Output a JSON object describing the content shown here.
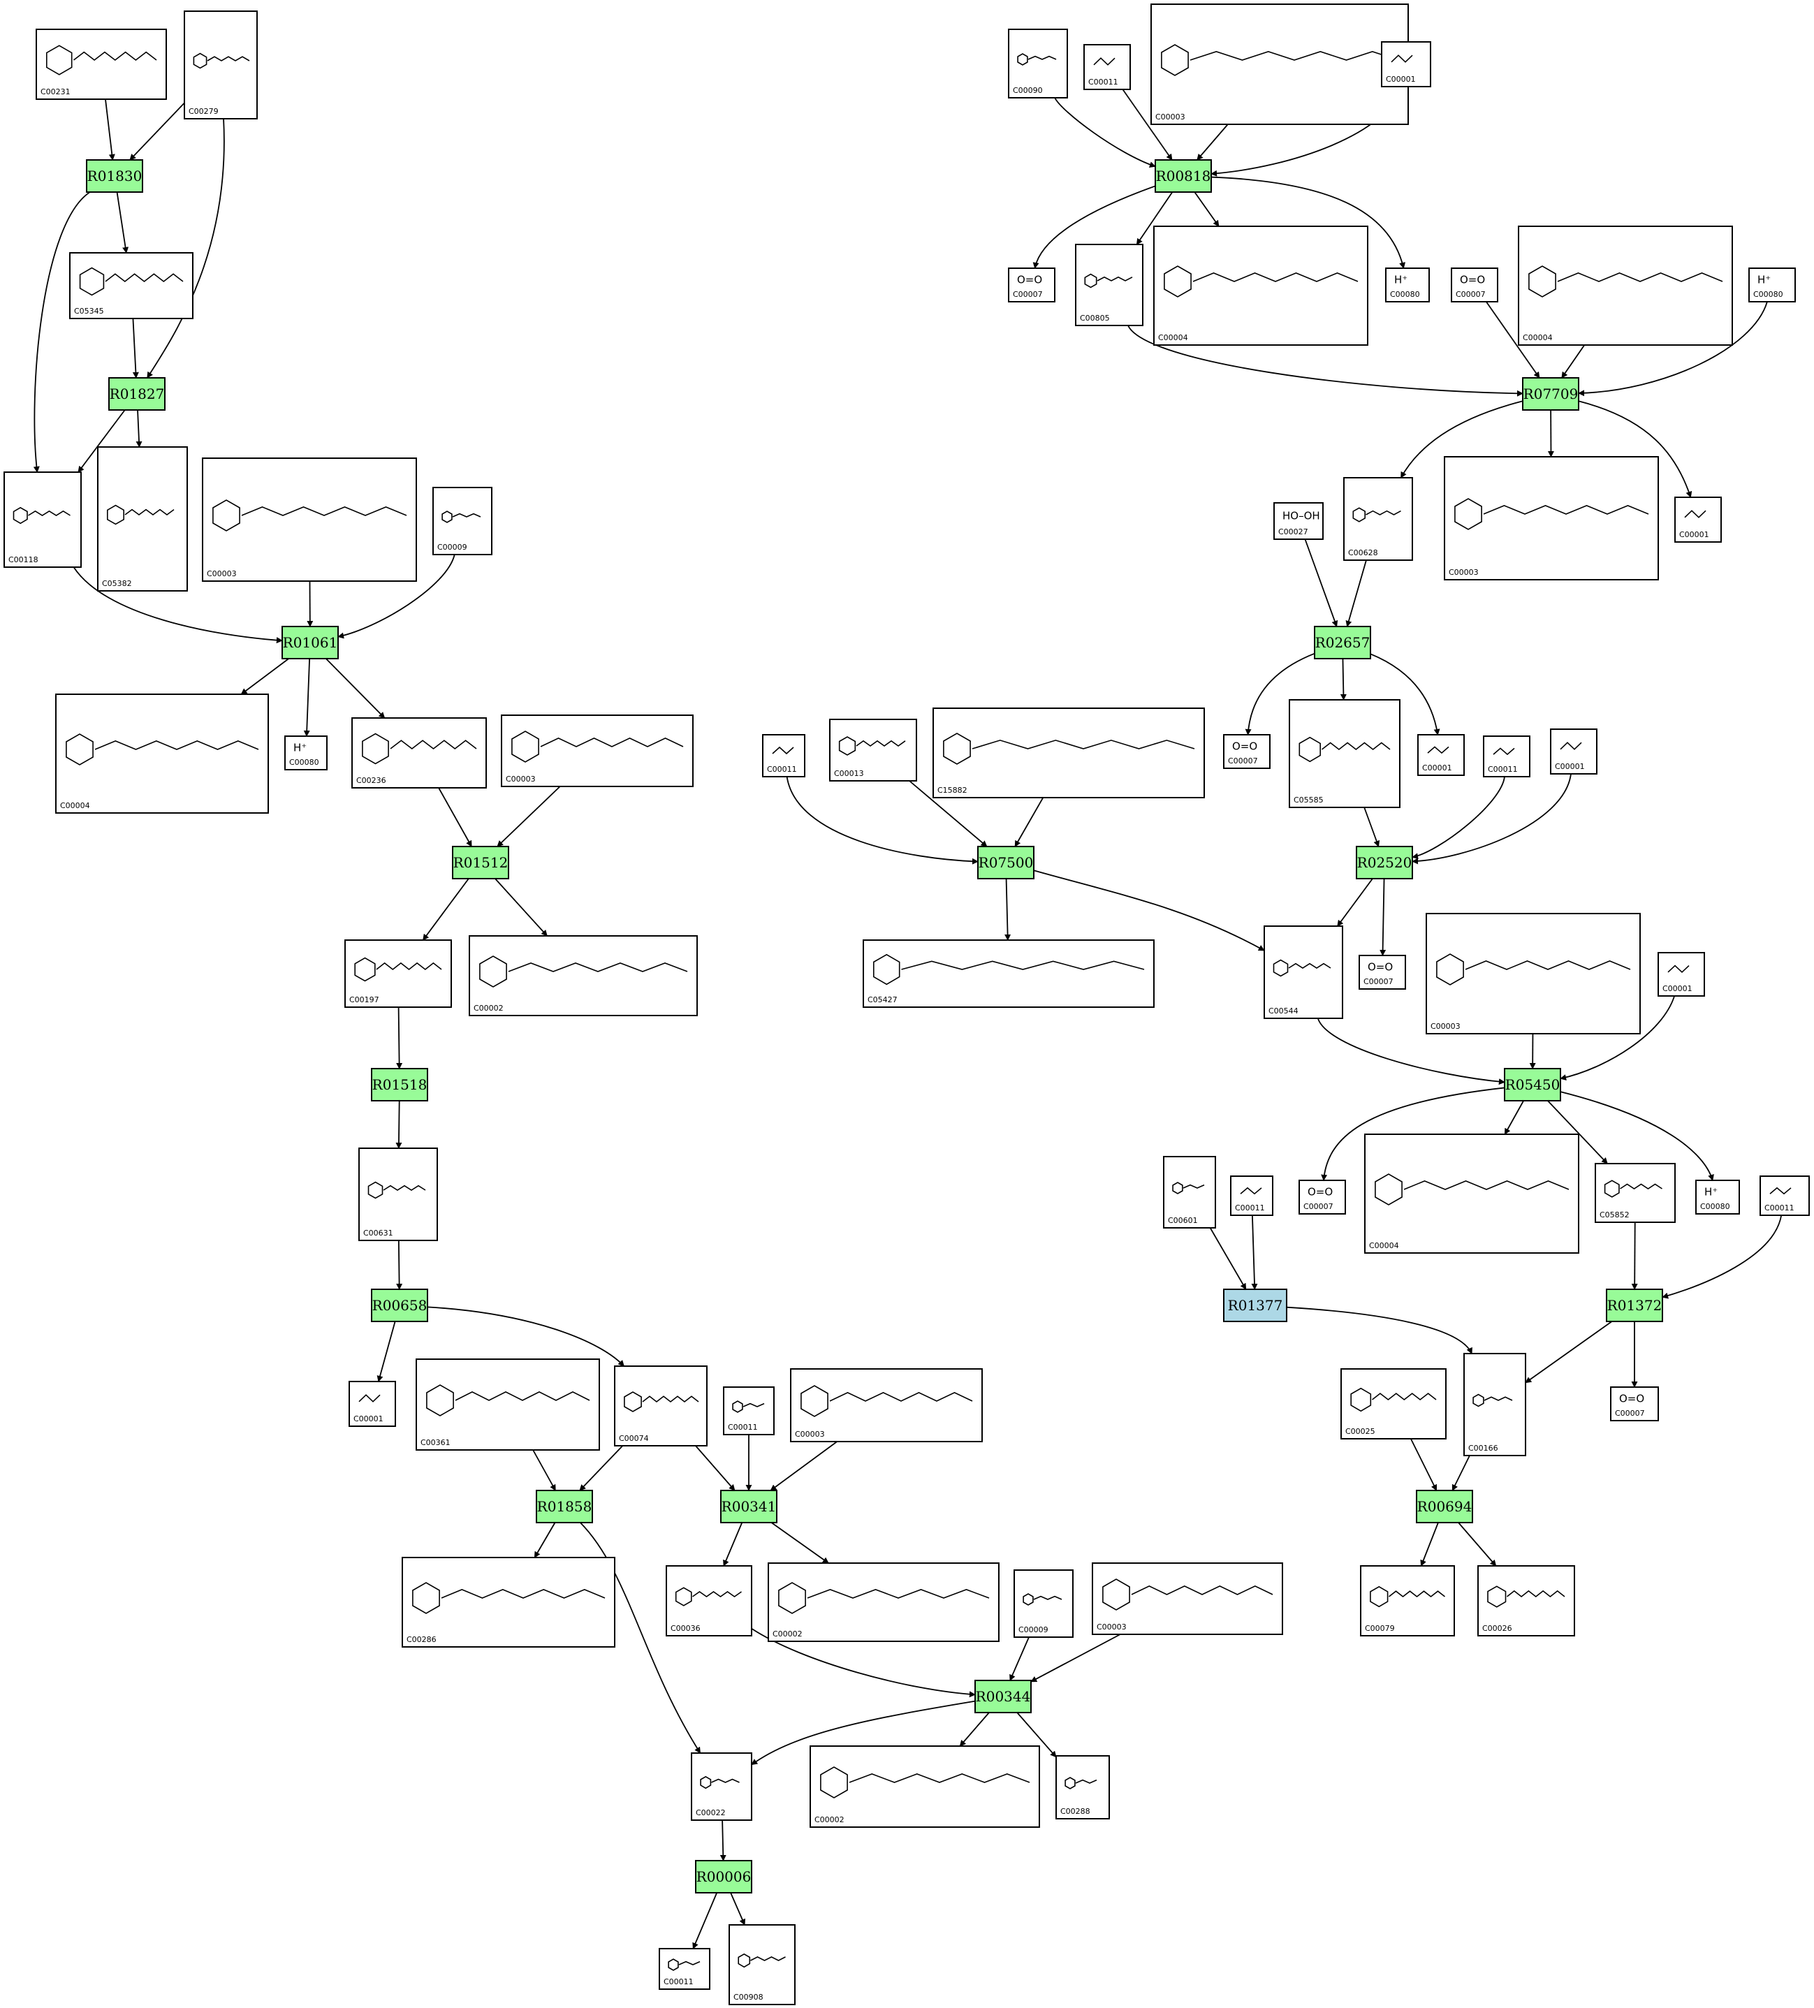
{
  "colors": {
    "reaction_fill": "#98fb98",
    "reaction_highlight_fill": "#add8e6",
    "stroke": "#000000",
    "background": "#ffffff"
  },
  "reactions": [
    {
      "id": "R01830"
    },
    {
      "id": "R01827"
    },
    {
      "id": "R01061"
    },
    {
      "id": "R01512"
    },
    {
      "id": "R01518"
    },
    {
      "id": "R00658"
    },
    {
      "id": "R01858"
    },
    {
      "id": "R00341"
    },
    {
      "id": "R00344"
    },
    {
      "id": "R00006"
    },
    {
      "id": "R00818"
    },
    {
      "id": "R07709"
    },
    {
      "id": "R02657"
    },
    {
      "id": "R07500"
    },
    {
      "id": "R02520"
    },
    {
      "id": "R05450"
    },
    {
      "id": "R01377",
      "highlighted": true
    },
    {
      "id": "R01372"
    },
    {
      "id": "R00694"
    }
  ],
  "compounds": [
    {
      "id": "C00231"
    },
    {
      "id": "C00279"
    },
    {
      "id": "C05345"
    },
    {
      "id": "C00118"
    },
    {
      "id": "C05382"
    },
    {
      "id": "C00003"
    },
    {
      "id": "C00009"
    },
    {
      "id": "C00004"
    },
    {
      "id": "C00080",
      "formula": "H⁺"
    },
    {
      "id": "C00236"
    },
    {
      "id": "C00002"
    },
    {
      "id": "C00197"
    },
    {
      "id": "C00631"
    },
    {
      "id": "C00001"
    },
    {
      "id": "C00361"
    },
    {
      "id": "C00074"
    },
    {
      "id": "C00011"
    },
    {
      "id": "C00286"
    },
    {
      "id": "C00036"
    },
    {
      "id": "C00022"
    },
    {
      "id": "C00288"
    },
    {
      "id": "C00908"
    },
    {
      "id": "C00090"
    },
    {
      "id": "C00007",
      "formula": "O=O"
    },
    {
      "id": "C00805"
    },
    {
      "id": "C00628"
    },
    {
      "id": "C00027",
      "formula": "HO–OH"
    },
    {
      "id": "C00013"
    },
    {
      "id": "C15882"
    },
    {
      "id": "C05427"
    },
    {
      "id": "C05585"
    },
    {
      "id": "C00544"
    },
    {
      "id": "C00601"
    },
    {
      "id": "C05852"
    },
    {
      "id": "C00025"
    },
    {
      "id": "C00166"
    },
    {
      "id": "C00079"
    },
    {
      "id": "C00026"
    }
  ]
}
